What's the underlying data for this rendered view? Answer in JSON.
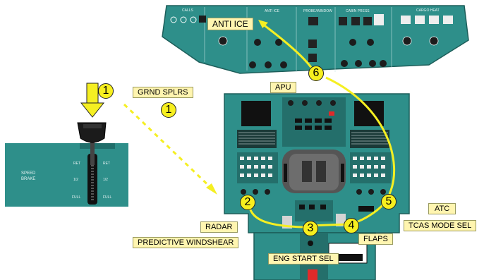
{
  "overhead_panel": {
    "label": "ANTI ICE"
  },
  "speedbrake_panel": {
    "title_line1": "SPEED",
    "title_line2": "BRAKE",
    "ret": "RET",
    "half": "1/2",
    "full": "FULL"
  },
  "callouts": {
    "grnd_splrs": "GRND SPLRS",
    "apu": "APU",
    "anti_ice": "ANTI ICE",
    "atc": "ATC",
    "tcas_mode_sel": "TCAS MODE SEL",
    "radar": "RADAR",
    "flaps": "FLAPS",
    "predictive_windshear": "PREDICTIVE WINDSHEAR",
    "eng_start_sel": "ENG START SEL"
  },
  "steps": {
    "s1a": "1",
    "s1b": "1",
    "s2": "2",
    "s3": "3",
    "s4": "4",
    "s5": "5",
    "s6": "6"
  },
  "colors": {
    "panel": "#2e8f8a",
    "panel_dark": "#1f6e6a",
    "callout_fill": "#fff5b0",
    "arrow": "#f5ef22",
    "badge": "#f7ef1f"
  }
}
